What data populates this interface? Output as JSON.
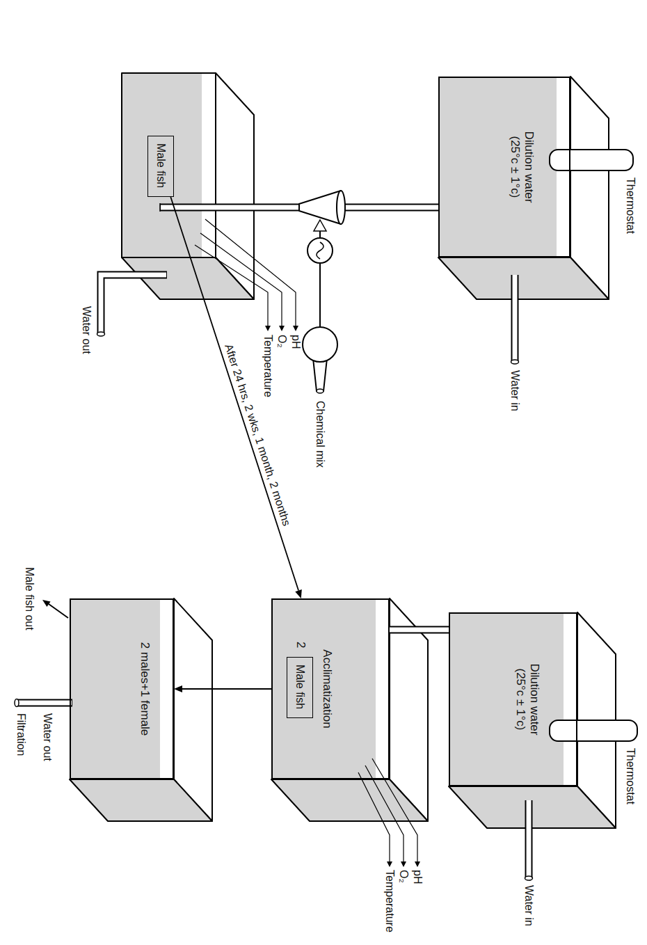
{
  "diagram": {
    "nodes": [
      {
        "text": [
          "Dilution water (25°c ± 1°c)"
        ]
      },
      {
        "text": [
          "Male fish"
        ]
      },
      {
        "text": [
          "Dilution water (25°c ± 1°c)"
        ]
      },
      {
        "text": [
          "Acclimatization",
          "2"
        ]
      },
      {
        "text": [
          "Male fish"
        ],
        "in": 3
      },
      {
        "text": [
          "2 males+1 female"
        ]
      }
    ],
    "edges": [
      {
        "from": 1,
        "to": 3,
        "arrow": "to",
        "label": "After 24 hrs, 2 wks, 1 month, 2 months"
      },
      {
        "from": 2,
        "to": 3,
        "arrow": "none"
      },
      {
        "from": 3,
        "to": 5,
        "arrow": "to"
      }
    ],
    "labels": [
      "Thermostat",
      "Water in",
      "Chemical mix",
      "pH",
      "O₂",
      "Temperature",
      "Water out",
      "Thermostat",
      "Water in",
      "pH",
      "O₂",
      "Temperature",
      "Male fish out",
      "Water out",
      "Filtration"
    ]
  }
}
